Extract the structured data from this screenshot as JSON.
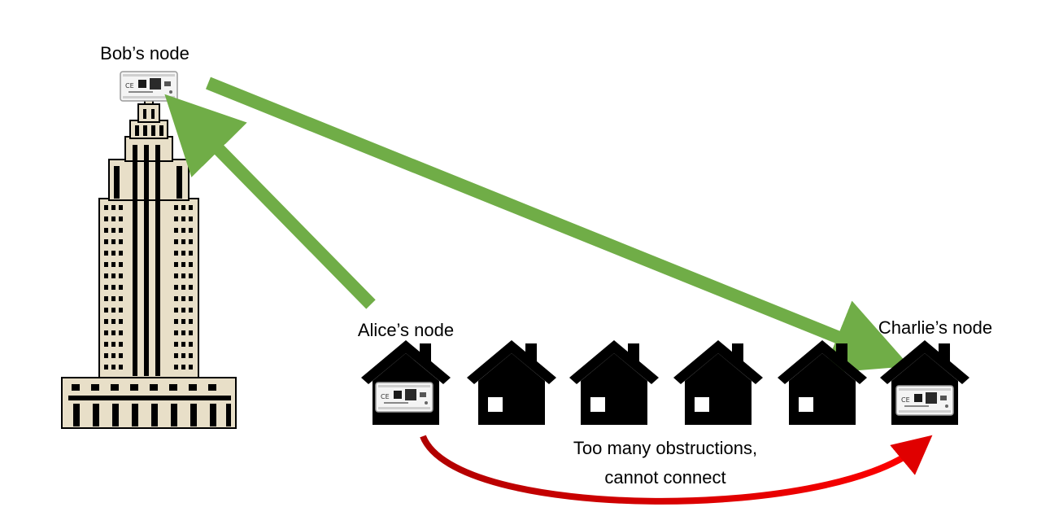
{
  "labels": {
    "bob": "Bob’s node",
    "alice": "Alice’s node",
    "charlie": "Charlie’s node",
    "obstruction_line1": "Too many obstructions,",
    "obstruction_line2": "cannot connect"
  },
  "colors": {
    "good_link": "#70AD47",
    "bad_link": "#E00000",
    "building_fill": "#E8DFC8",
    "building_stroke": "#000000",
    "house": "#000000",
    "node_board": "#F4F4F4"
  },
  "icons": {
    "building": "skyscraper-icon",
    "house": "house-icon",
    "node": "node-board-icon"
  }
}
